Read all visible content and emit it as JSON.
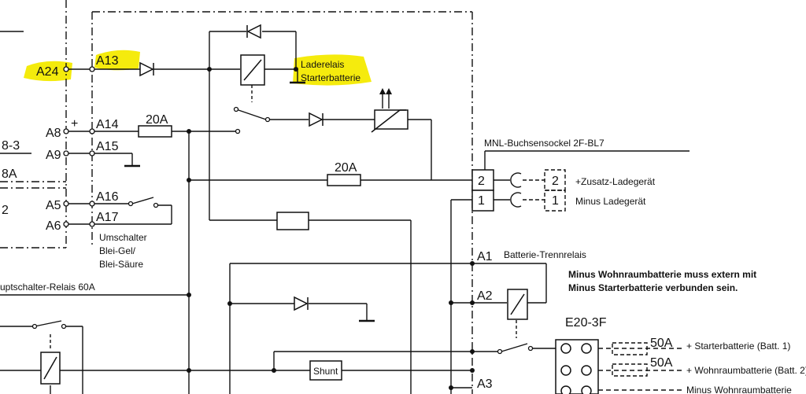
{
  "colors": {
    "highlight": "#f4ea00",
    "line": "#111111",
    "background": "#ffffff"
  },
  "diagram": {
    "left_labels": {
      "a24": "A24",
      "a8": "A8",
      "a9": "A9",
      "a5": "A5",
      "a6": "A6",
      "frag_8_3": "8-3",
      "frag_8a": "8A",
      "frag_2": "2",
      "main_switch_relay": "uptschalter-Relais 60A"
    },
    "inner_pins": {
      "a13": "A13",
      "a14": "A14",
      "a15": "A15",
      "a16": "A16",
      "a17": "A17",
      "plus": "+"
    },
    "fuse_20a_top": "20A",
    "fuse_20a_mid": "20A",
    "charging_relay": {
      "line1": "Laderelais",
      "line2": "Starterbatterie"
    },
    "switch_label": {
      "line1": "Umschalter",
      "line2": "Blei-Gel/",
      "line3": "Blei-Säure"
    },
    "socket": {
      "title": "MNL-Buchsensockel 2F-BL7",
      "pin2": "2",
      "pin1": "1",
      "plug2": "2",
      "plug1": "1",
      "label2": "+Zusatz-Ladegerät",
      "label1": "Minus Ladegerät"
    },
    "right_pins": {
      "a1": "A1",
      "a2": "A2",
      "a3": "A3"
    },
    "separation_relay": "Batterie-Trennrelais",
    "note": {
      "line1": "Minus Wohnraumbatterie muss extern mit",
      "line2": "Minus Starterbatterie verbunden sein."
    },
    "connector": "E20-3F",
    "fuse_50a_1": "50A",
    "fuse_50a_2": "50A",
    "battery_labels": {
      "starter": "+ Starterbatterie (Batt. 1)",
      "living": "+ Wohnraumbatterie (Batt. 2)",
      "minus_living": "Minus Wohnraumbatterie"
    },
    "shunt": "Shunt"
  }
}
